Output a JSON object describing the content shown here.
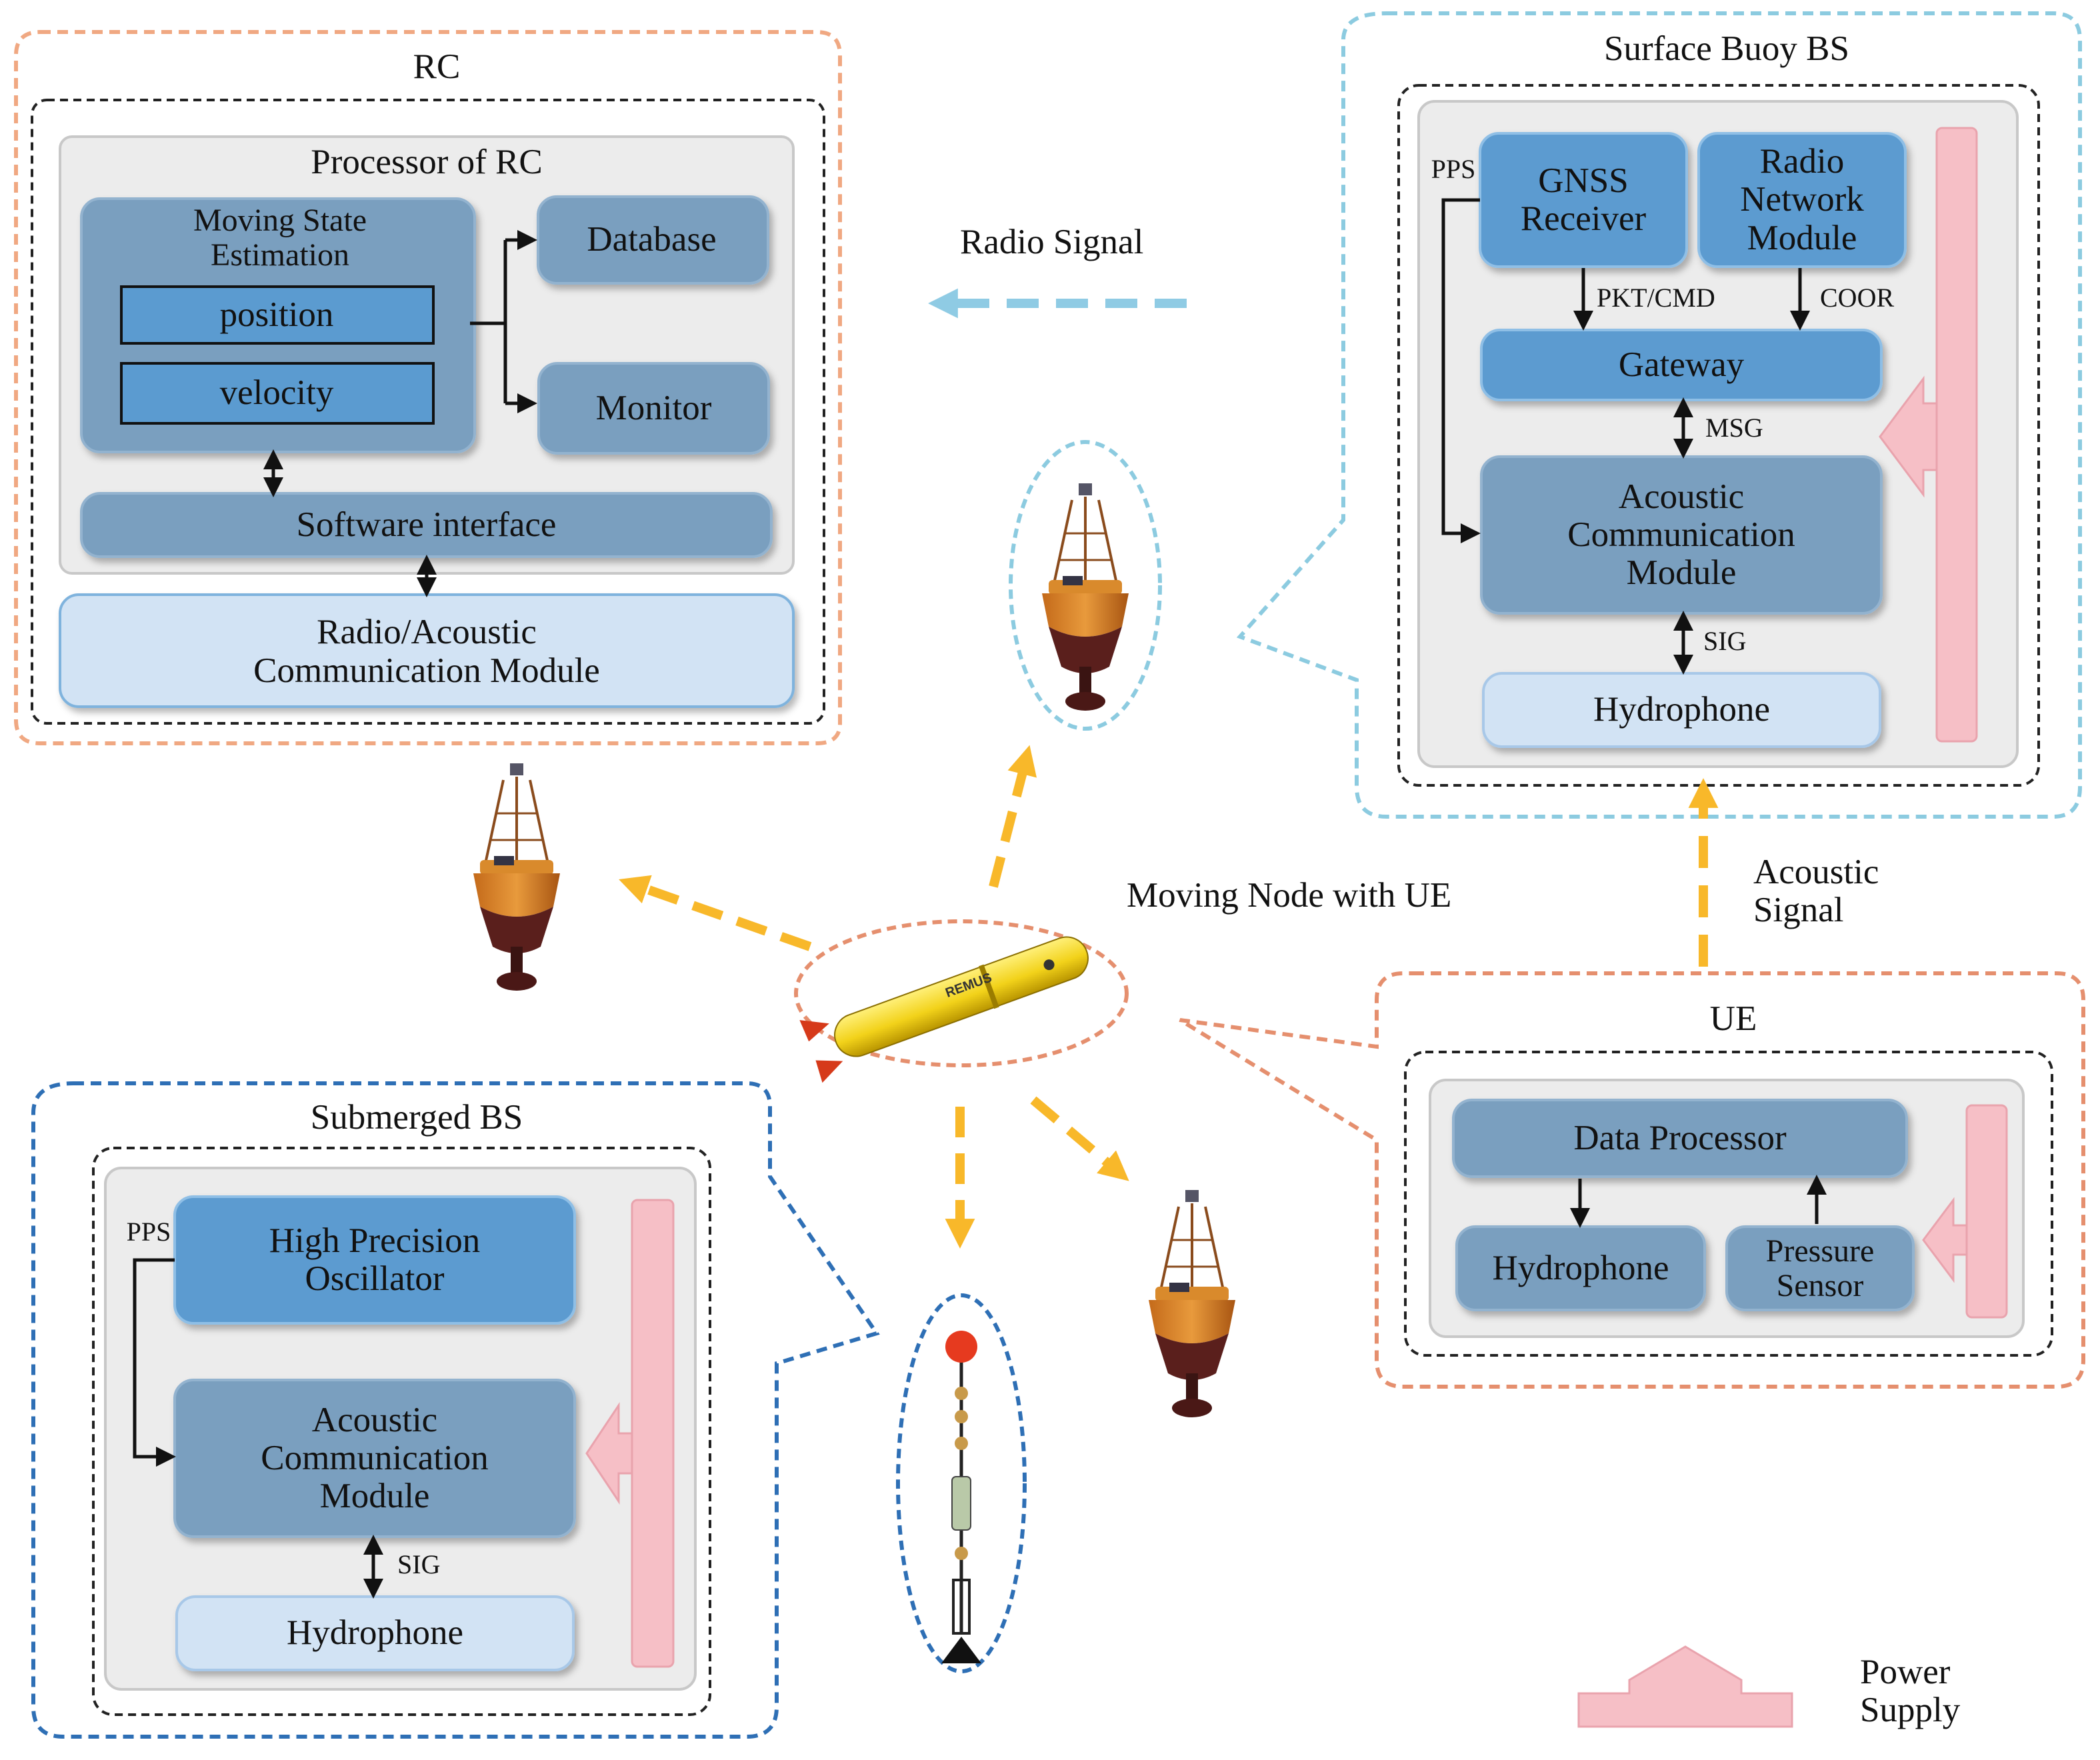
{
  "colors": {
    "orange_dash": "#f0a882",
    "light_blue_dash": "#8ccbe0",
    "dark_blue_dash": "#2e6fb5",
    "salmon_dash": "#e58f6e",
    "module_blue": "#5b9bd0",
    "module_steel": "#7a9fbf",
    "module_pale": "#d2e3f4",
    "panel_grey": "#ececec",
    "power_pink": "#f6bfc6",
    "signal_yellow": "#f8b82a",
    "radio_blue": "#8fcbe4"
  },
  "rc": {
    "title": "RC",
    "processor_title": "Processor of RC",
    "moving_state_line1": "Moving State",
    "moving_state_line2": "Estimation",
    "position": "position",
    "velocity": "velocity",
    "database": "Database",
    "monitor": "Monitor",
    "software_interface": "Software interface",
    "comm_line1": "Radio/Acoustic",
    "comm_line2": "Communication Module"
  },
  "surface_buoy": {
    "title": "Surface Buoy BS",
    "pps": "PPS",
    "gnss_line1": "GNSS",
    "gnss_line2": "Receiver",
    "radio_line1": "Radio",
    "radio_line2": "Network",
    "radio_line3": "Module",
    "pkt_cmd": "PKT/CMD",
    "coor": "COOR",
    "gateway": "Gateway",
    "msg": "MSG",
    "acoustic_line1": "Acoustic",
    "acoustic_line2": "Communication",
    "acoustic_line3": "Module",
    "sig": "SIG",
    "hydrophone": "Hydrophone"
  },
  "center": {
    "radio_signal": "Radio Signal",
    "moving_node": "Moving Node with UE",
    "acoustic_signal_line1": "Acoustic",
    "acoustic_signal_line2": "Signal",
    "auv_brand": "REMUS"
  },
  "ue": {
    "title": "UE",
    "data_processor": "Data Processor",
    "hydrophone": "Hydrophone",
    "pressure_line1": "Pressure",
    "pressure_line2": "Sensor"
  },
  "submerged": {
    "title": "Submerged BS",
    "pps": "PPS",
    "oscillator_line1": "High Precision",
    "oscillator_line2": "Oscillator",
    "acoustic_line1": "Acoustic",
    "acoustic_line2": "Communication",
    "acoustic_line3": "Module",
    "sig": "SIG",
    "hydrophone": "Hydrophone"
  },
  "legend": {
    "power_line1": "Power",
    "power_line2": "Supply"
  }
}
